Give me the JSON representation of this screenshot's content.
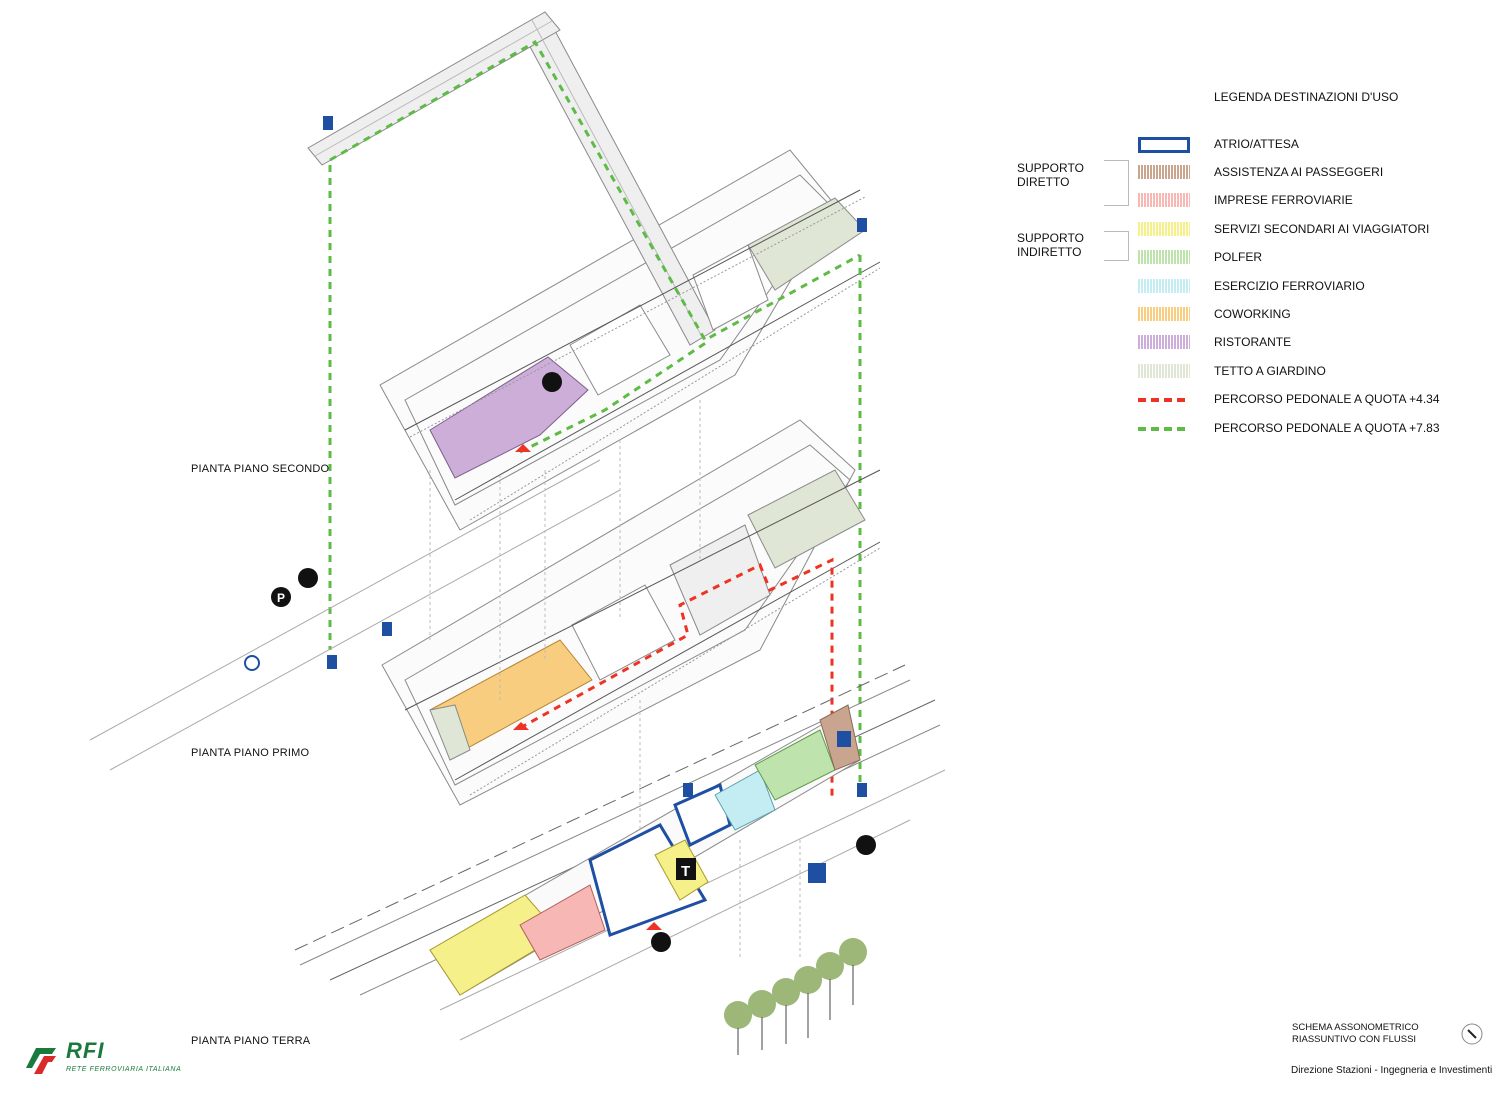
{
  "floor_labels": {
    "second": "PIANTA PIANO SECONDO",
    "first": "PIANTA PIANO PRIMO",
    "ground": "PIANTA PIANO TERRA"
  },
  "legend": {
    "title": "LEGENDA DESTINAZIONI D'USO",
    "group_direct": "SUPPORTO\nDIRETTO",
    "group_indirect": "SUPPORTO\nINDIRETTO",
    "items": [
      {
        "label": "ATRIO/ATTESA",
        "color": "#1f4fa3",
        "style": "outline"
      },
      {
        "label": "ASSISTENZA AI PASSEGGERI",
        "color": "#c9a58f",
        "style": "fill"
      },
      {
        "label": "IMPRESE FERROVIARIE",
        "color": "#f7b7b4",
        "style": "fill"
      },
      {
        "label": "SERVIZI SECONDARI AI VIAGGIATORI",
        "color": "#f5f08a",
        "style": "fill"
      },
      {
        "label": "POLFER",
        "color": "#bfe3ad",
        "style": "fill"
      },
      {
        "label": "ESERCIZIO FERROVIARIO",
        "color": "#c4edf3",
        "style": "fill"
      },
      {
        "label": "COWORKING",
        "color": "#f9cd80",
        "style": "fill"
      },
      {
        "label": "RISTORANTE",
        "color": "#cdaed8",
        "style": "fill"
      },
      {
        "label": "TETTO A GIARDINO",
        "color": "#dfe6d6",
        "style": "fill"
      },
      {
        "label": "PERCORSO PEDONALE A QUOTA +4.34",
        "color": "#ee3224",
        "style": "dash"
      },
      {
        "label": "PERCORSO PEDONALE A QUOTA +7.83",
        "color": "#5dbb46",
        "style": "dash"
      }
    ]
  },
  "footer": {
    "schema_line1": "SCHEMA ASSONOMETRICO",
    "schema_line2": "RIASSUNTIVO CON FLUSSI",
    "credit": "Direzione Stazioni - Ingegneria e Investimenti"
  },
  "logo": {
    "name": "RFI",
    "subtitle": "RETE FERROVIARIA ITALIANA"
  },
  "colors": {
    "atrio": "#1f4fa3",
    "yellow": "#f5f08a",
    "orange": "#f9cd80",
    "purple": "#cdaed8",
    "pink": "#f7b7b4",
    "cyan": "#c4edf3",
    "green": "#bfe3ad",
    "garden": "#dfe6d6",
    "brown": "#c9a58f",
    "route_red": "#ee3224",
    "route_green": "#5dbb46",
    "plan_line": "#8a8a8a",
    "icon_blue": "#1f4fa3"
  }
}
